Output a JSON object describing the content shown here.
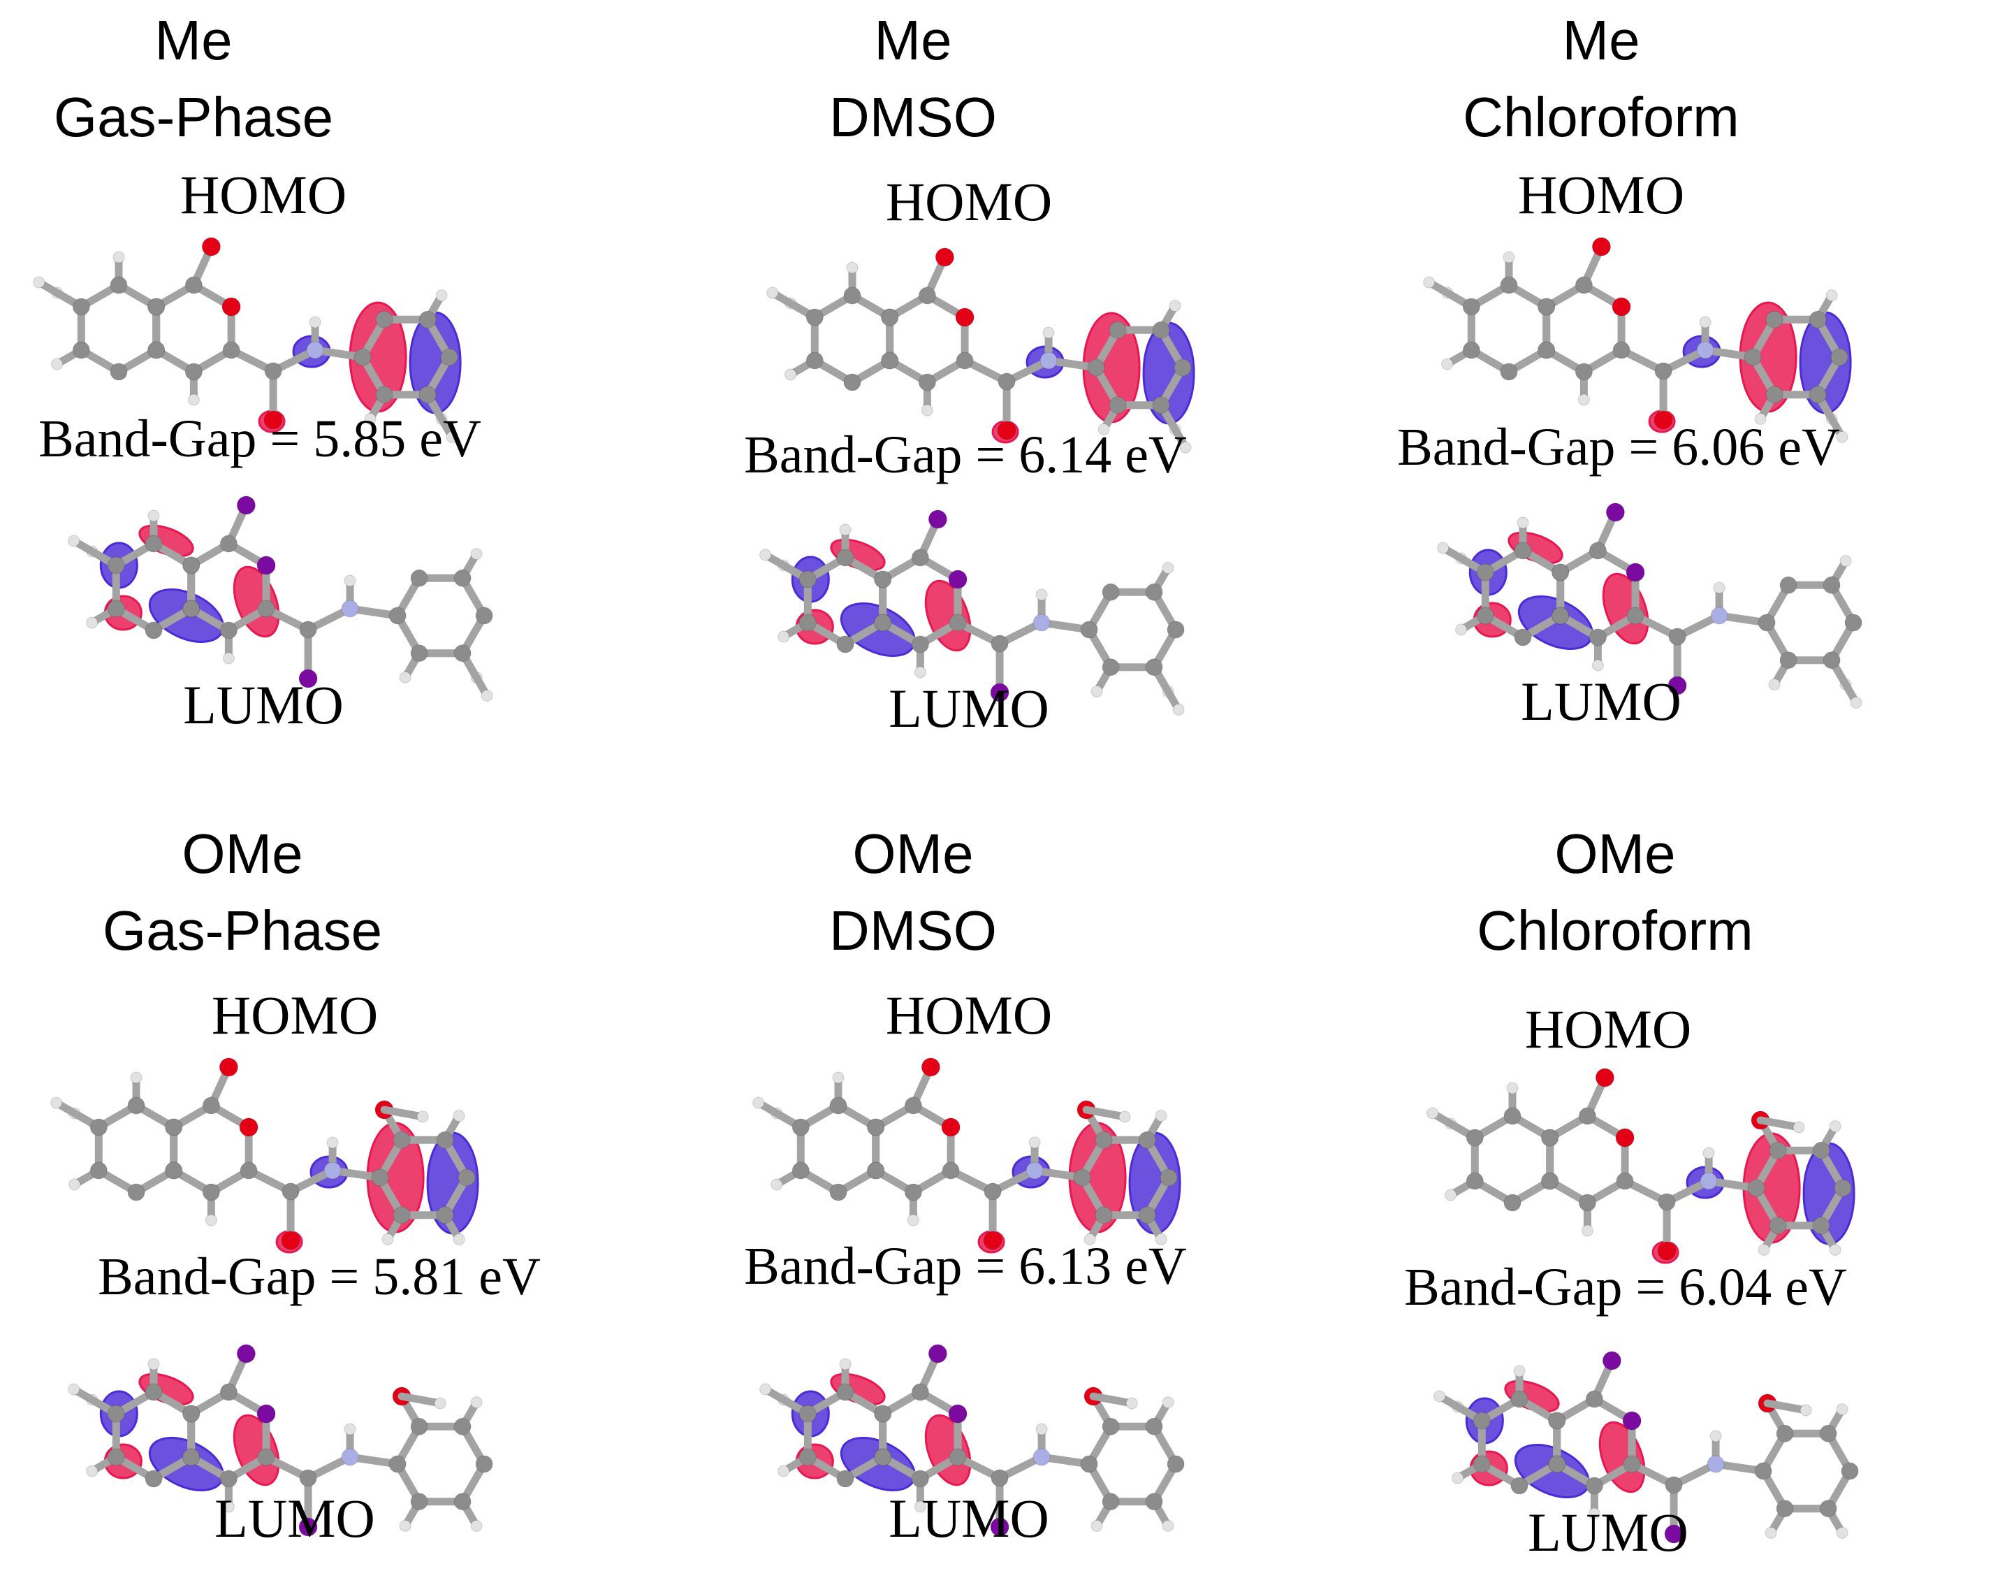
{
  "colors": {
    "positive_lobe": "#e8174f",
    "negative_lobe": "#4a2bd6",
    "carbon": "#8c8c8c",
    "hydrogen": "#e2e2e2",
    "oxygen": "#e30016",
    "nitrogen": "#a9aee4",
    "lumo_oxygen": "#7a0aa0",
    "bond": "#a3a3a3"
  },
  "panels": [
    {
      "substituent": "Me",
      "medium": "Gas-Phase",
      "homo_label": "HOMO",
      "lumo_label": "LUMO",
      "band_gap": "Band-Gap = 5.85 eV"
    },
    {
      "substituent": "Me",
      "medium": "DMSO",
      "homo_label": "HOMO",
      "lumo_label": "LUMO",
      "band_gap": "Band-Gap = 6.14 eV"
    },
    {
      "substituent": "Me",
      "medium": "Chloroform",
      "homo_label": "HOMO",
      "lumo_label": "LUMO",
      "band_gap": "Band-Gap = 6.06 eV"
    },
    {
      "substituent": "OMe",
      "medium": "Gas-Phase",
      "homo_label": "HOMO",
      "lumo_label": "LUMO",
      "band_gap": "Band-Gap = 5.81 eV"
    },
    {
      "substituent": "OMe",
      "medium": "DMSO",
      "homo_label": "HOMO",
      "lumo_label": "LUMO",
      "band_gap": "Band-Gap = 6.13 eV"
    },
    {
      "substituent": "OMe",
      "medium": "Chloroform",
      "homo_label": "HOMO",
      "lumo_label": "LUMO",
      "band_gap": "Band-Gap = 6.04 eV"
    }
  ]
}
